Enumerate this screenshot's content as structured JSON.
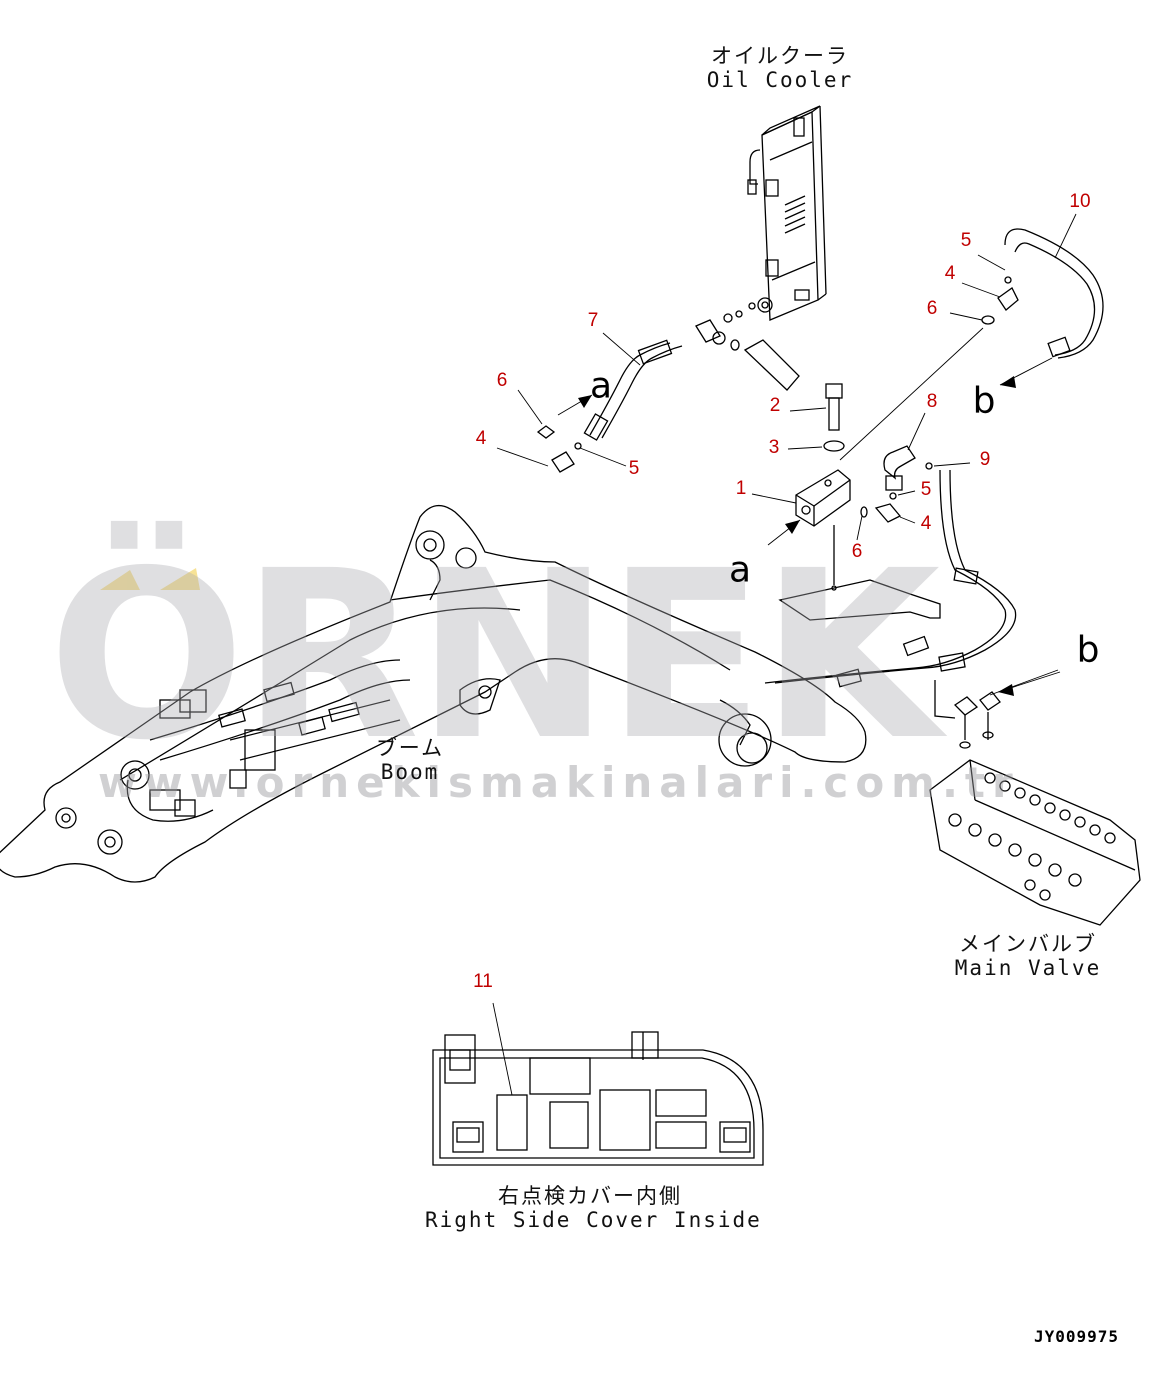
{
  "labels": {
    "oil_cooler_jp": "オイルクーラ",
    "oil_cooler_en": "Oil Cooler",
    "boom_jp": "ブーム",
    "boom_en": "Boom",
    "main_valve_jp": "メインバルブ",
    "main_valve_en": "Main Valve",
    "cover_jp": "右点検カバー内側",
    "cover_en": "Right Side Cover Inside"
  },
  "callouts": {
    "p10": "10",
    "p5a": "5",
    "p4a": "4",
    "p6a": "6",
    "p7": "7",
    "p6b": "6",
    "p4b": "4",
    "p5b": "5",
    "p2": "2",
    "p8": "8",
    "p3": "3",
    "p9": "9",
    "p1": "1",
    "p5c": "5",
    "p4c": "4",
    "p6c": "6",
    "p11": "11"
  },
  "connection_letters": {
    "a1": "a",
    "a2": "a",
    "b1": "b",
    "b2": "b"
  },
  "watermark": {
    "logo": "ÖRNEK",
    "url": "www.ornekismakinalari.com.tr"
  },
  "drawing_code": "JY009975",
  "colors": {
    "callout": "#c00000",
    "line": "#000000",
    "watermark": "#aaaab0",
    "accent": "#f0d060"
  }
}
